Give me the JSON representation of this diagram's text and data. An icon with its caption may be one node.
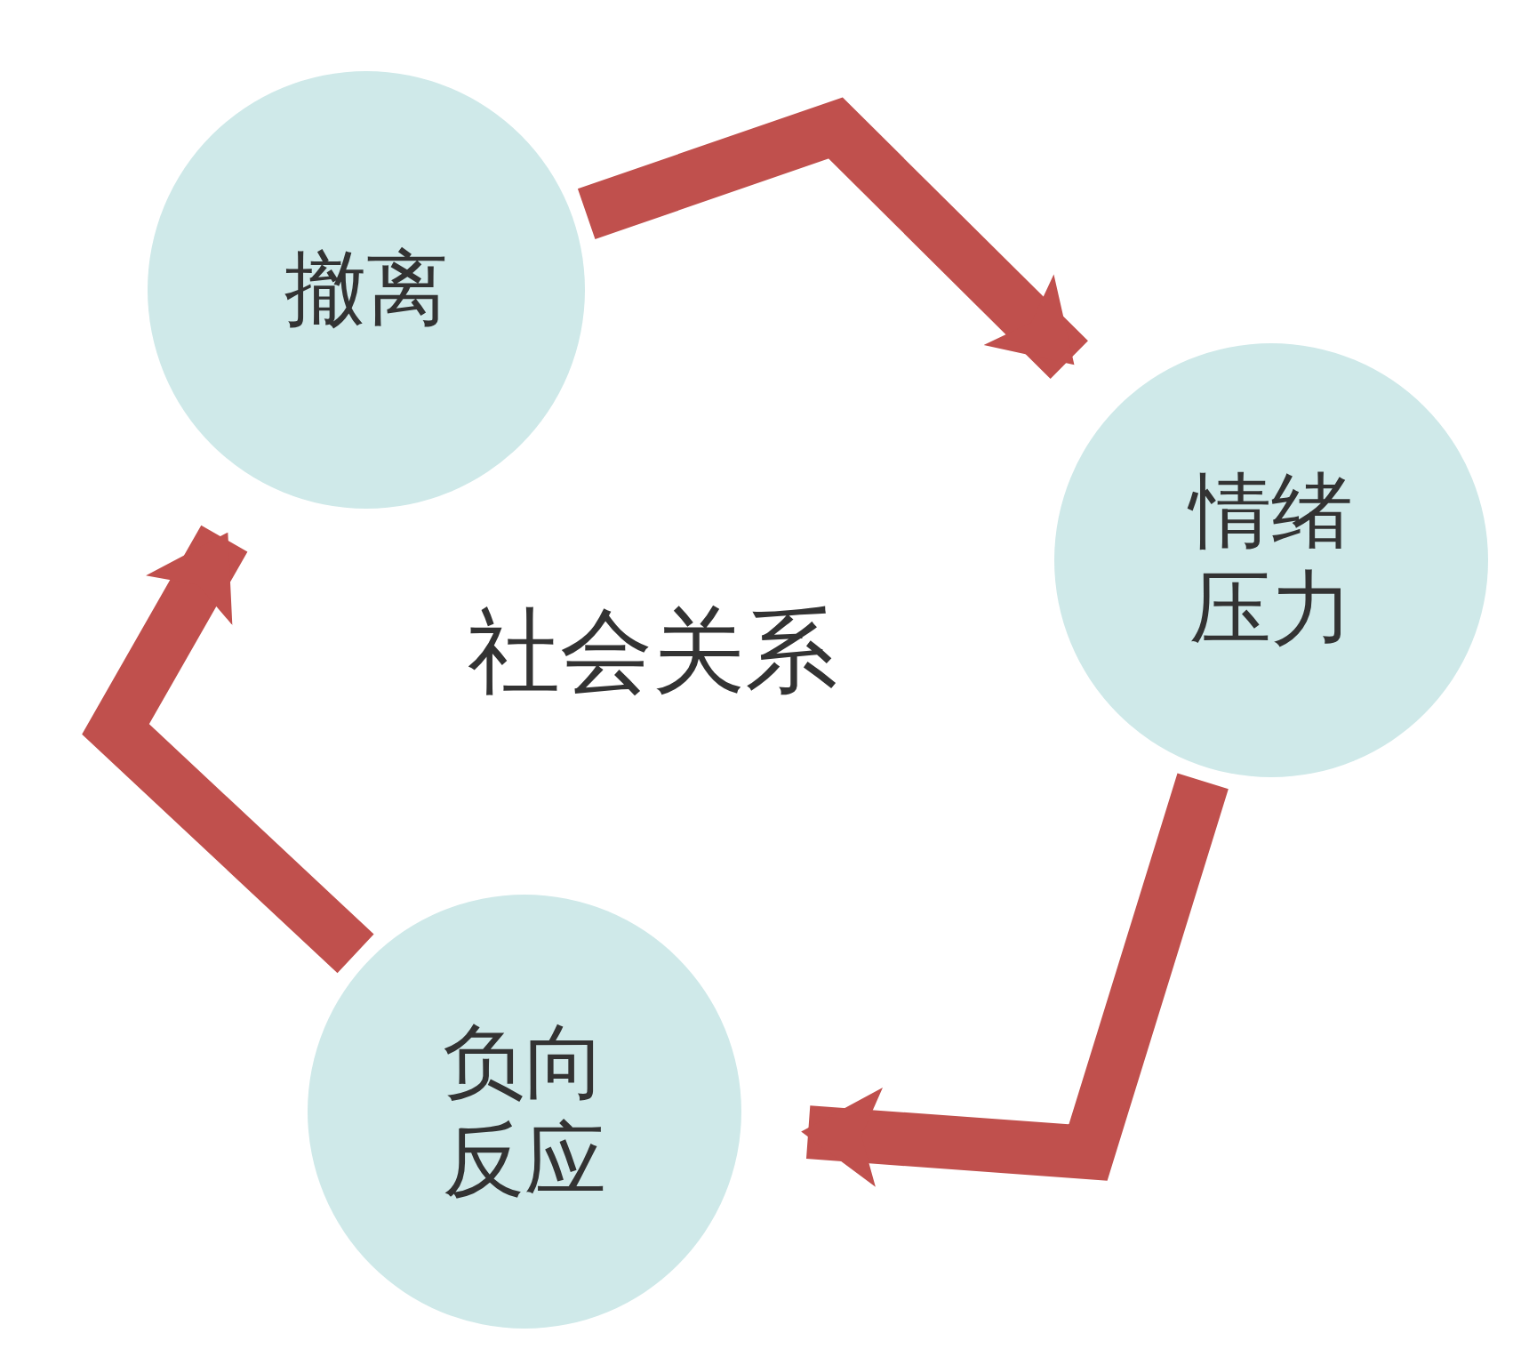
{
  "diagram": {
    "nodes": [
      {
        "text": [
          "撤离"
        ]
      },
      {
        "text": [
          "情绪压力"
        ]
      },
      {
        "text": [
          "负向反应"
        ]
      }
    ],
    "edges": [
      {
        "from": 0,
        "to": 1,
        "arrow": "to"
      },
      {
        "from": 1,
        "to": 2,
        "arrow": "to"
      },
      {
        "from": 2,
        "to": 0,
        "arrow": "to"
      }
    ],
    "labels": [
      "社会关系"
    ]
  }
}
